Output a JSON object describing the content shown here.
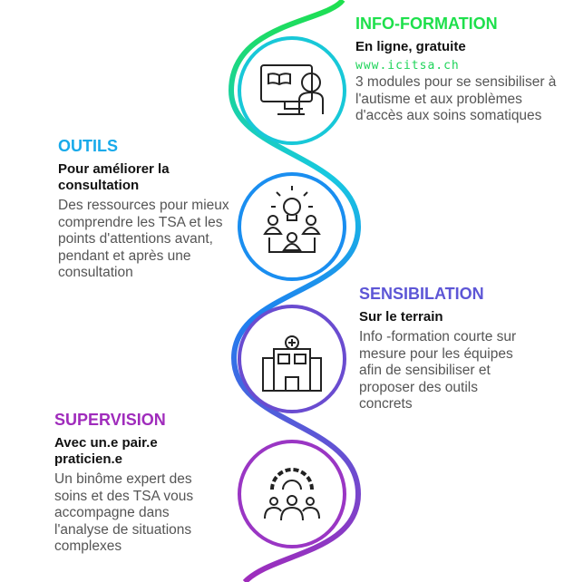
{
  "colors": {
    "green": "#1ee04c",
    "cyan": "#18b8ea",
    "blue": "#1e7ff0",
    "violet": "#5d56d6",
    "purple": "#a02cbc"
  },
  "sections": [
    {
      "title": "INFO-FORMATION",
      "subtitle": "En ligne, gratuite",
      "url": "www.icitsa.ch",
      "description": "3 modules pour se sensibiliser à l'autisme et aux problèmes d'accès aux soins somatiques",
      "icon": "online-learning-icon"
    },
    {
      "title": "OUTILS",
      "subtitle": "Pour améliorer la consultation",
      "description": "Des ressources pour mieux comprendre les TSA et les points d'attentions avant, pendant et après une consultation",
      "icon": "team-idea-icon"
    },
    {
      "title": "SENSIBILATION",
      "subtitle": "Sur le terrain",
      "description": "Info -formation courte sur mesure pour  les équipes afin de sensibiliser et proposer des outils concrets",
      "icon": "hospital-icon"
    },
    {
      "title": "SUPERVISION",
      "subtitle": "Avec un.e pair.e praticien.e",
      "description": "Un binôme expert des soins et des TSA vous accompagne dans l'analyse de situations complexes",
      "icon": "team-gear-icon"
    }
  ]
}
